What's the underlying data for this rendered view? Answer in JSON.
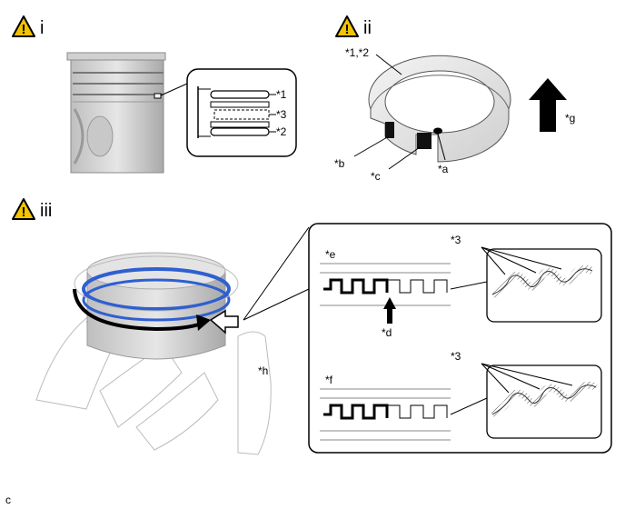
{
  "sections": [
    {
      "id": "i",
      "label": "i"
    },
    {
      "id": "ii",
      "label": "ii"
    },
    {
      "id": "iii",
      "label": "iii"
    }
  ],
  "warning_icon": {
    "name": "warning-triangle-icon",
    "color": "#f2c400",
    "mark": "!"
  },
  "callouts": {
    "s1": "*1",
    "s2": "*2",
    "s3": "*3",
    "s12": "*1,*2",
    "a": "*a",
    "b": "*b",
    "c": "*c",
    "d": "*d",
    "e": "*e",
    "f": "*f",
    "g": "*g",
    "h": "*h"
  },
  "footer_code": "c",
  "colors": {
    "ring_highlight": "#2f5fd0",
    "arrow": "#000000"
  }
}
